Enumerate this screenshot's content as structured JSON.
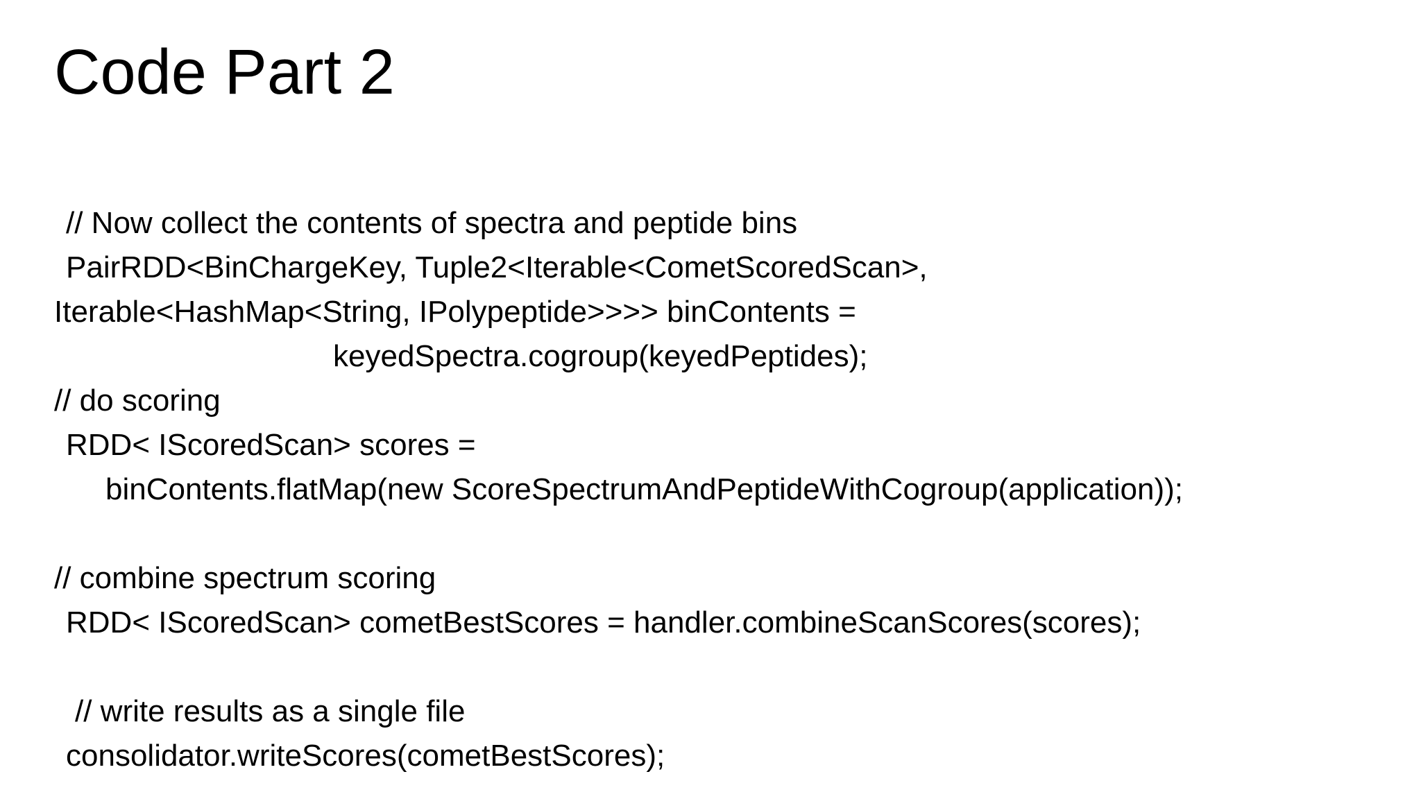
{
  "slide": {
    "title": "Code Part 2",
    "background_color": "#ffffff",
    "text_color": "#000000"
  },
  "code": {
    "language": "java",
    "lines": [
      {
        "text": "// Now collect the contents of spectra and peptide bins",
        "indent": 1
      },
      {
        "text": "PairRDD<BinChargeKey, Tuple2<Iterable<CometScoredScan>,",
        "indent": 1
      },
      {
        "text": "Iterable<HashMap<String, IPolypeptide>>>> binContents =",
        "indent": 0
      },
      {
        "text": "keyedSpectra.cogroup(keyedPeptides);",
        "indent": 4
      },
      {
        "text": "// do scoring",
        "indent": 0
      },
      {
        "text": "RDD< IScoredScan> scores =",
        "indent": 1
      },
      {
        "text": "binContents.flatMap(new ScoreSpectrumAndPeptideWithCogroup(application));",
        "indent": 3
      },
      {
        "text": "",
        "indent": 0
      },
      {
        "text": "// combine spectrum scoring",
        "indent": 0
      },
      {
        "text": "RDD< IScoredScan> cometBestScores = handler.combineScanScores(scores);",
        "indent": 1
      },
      {
        "text": "",
        "indent": 0
      },
      {
        "text": "// write results as a single file",
        "indent": 2
      },
      {
        "text": "consolidator.writeScores(cometBestScores);",
        "indent": 1
      }
    ]
  }
}
